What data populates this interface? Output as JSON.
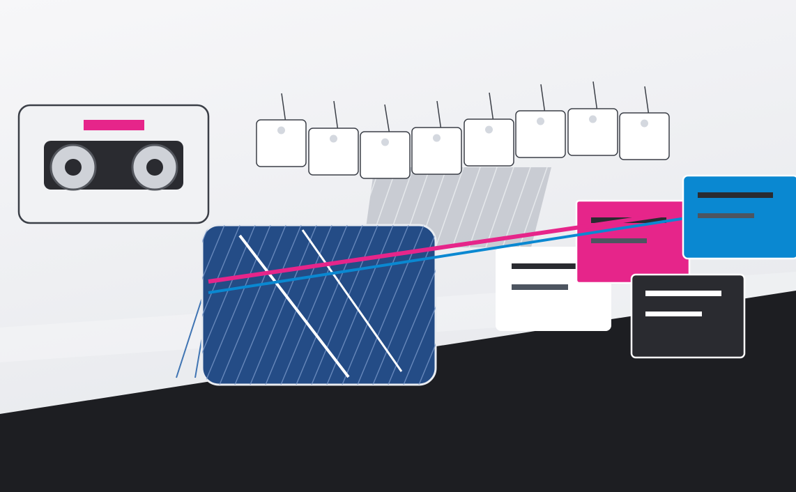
{
  "colors": {
    "background_top": "#f7f7f9",
    "background_mid": "#e6e8ec",
    "dark_floor": "#1d1e22",
    "white_panel": "#ffffff",
    "outline": "#3b3f47",
    "accent_pink": "#e6258a",
    "accent_blue": "#0a88d1",
    "navy": "#244c86",
    "charcoal": "#2a2b30",
    "slate": "#4d5560",
    "ghost": "#c4c8cf",
    "pin": "#d4d8df"
  },
  "icons": {
    "cassette": "cassette-tape-icon",
    "tile": "hanging-tile-icon",
    "sheet": "striped-sheet-icon",
    "card": "text-card-icon",
    "link": "connector-line-icon"
  },
  "hanging_tiles": {
    "count": 8
  },
  "cards": [
    {
      "id": "white",
      "style": "white"
    },
    {
      "id": "pink",
      "style": "pink"
    },
    {
      "id": "blue",
      "style": "blue"
    },
    {
      "id": "dark",
      "style": "dark"
    }
  ]
}
